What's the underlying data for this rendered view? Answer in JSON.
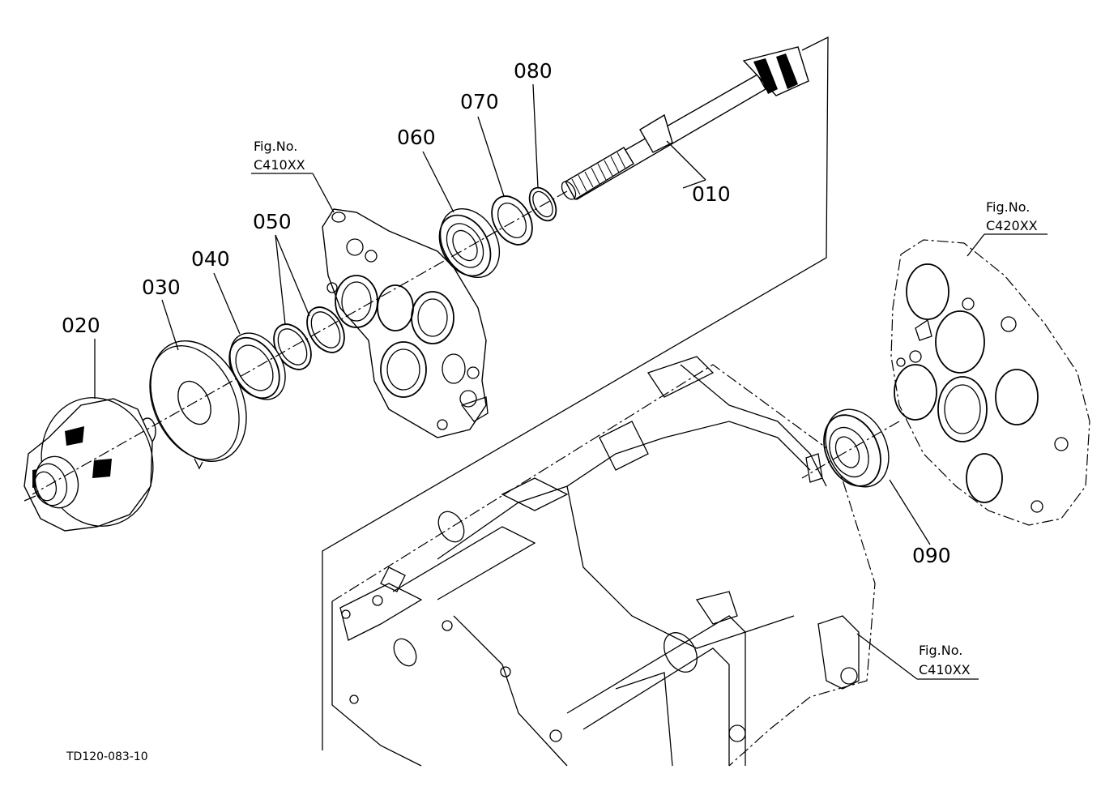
{
  "diagram": {
    "part_labels": {
      "p010": "010",
      "p020": "020",
      "p030": "030",
      "p040": "040",
      "p050": "050",
      "p060": "060",
      "p070": "070",
      "p080": "080",
      "p090": "090"
    },
    "figure_refs": [
      {
        "title": "Fig.No.",
        "code": "C410XX"
      },
      {
        "title": "Fig.No.",
        "code": "C420XX"
      },
      {
        "title": "Fig.No.",
        "code": "C410XX"
      }
    ],
    "drawing_code": "TD120-083-10",
    "colors": {
      "line": "#000000",
      "background": "#ffffff"
    }
  }
}
